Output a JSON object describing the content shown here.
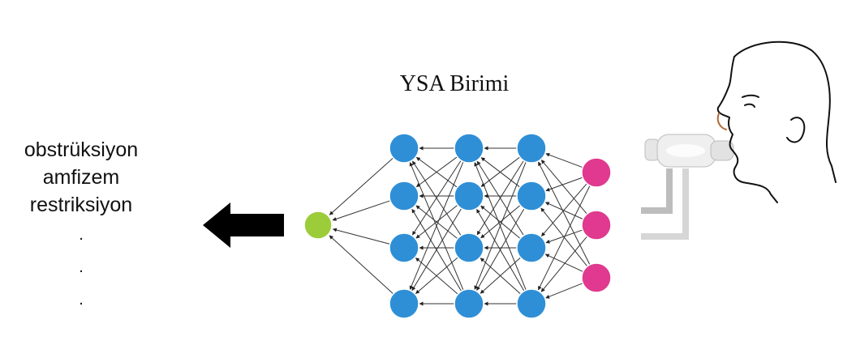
{
  "diagram": {
    "title": "YSA Birimi",
    "outputs": [
      "obstrüksiyon",
      "amfizem",
      "restriksiyon"
    ],
    "ellipsis": [
      ".",
      ".",
      "."
    ],
    "colors": {
      "hidden_node": "#2f8fd6",
      "input_node": "#e0398f",
      "output_node": "#9ccc3a",
      "edge": "#333333",
      "arrow": "#000000"
    },
    "icons": [
      "arrow-left-icon",
      "spirometer-icon",
      "person-head-icon"
    ]
  }
}
